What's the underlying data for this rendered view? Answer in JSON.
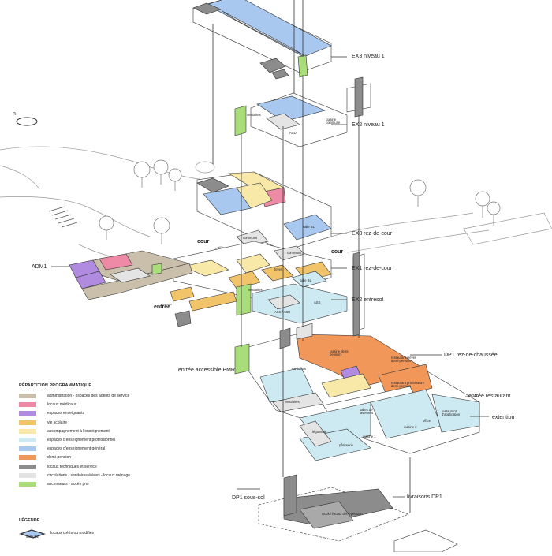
{
  "colors": {
    "administration": "#c9bfaa",
    "medical": "#ef8aa6",
    "teachers": "#b08be0",
    "school_life": "#f2c46a",
    "support": "#f8e9a9",
    "vocational": "#cde9f2",
    "general": "#a9c8ef",
    "half_board": "#f2975a",
    "technical": "#8c8c8c",
    "circulation": "#e4e4e4",
    "elevator": "#a9dd7a",
    "line": "#333333"
  },
  "levels": {
    "ex3_niveau1": "EX3 niveau 1",
    "ex2_niveau1": "EX2 niveau 1",
    "ex3_rez": "EX3 rez-de-cour",
    "ex1_rez": "EX1 rez-de-cour",
    "ex2_entresol": "EX2 entresol",
    "dp1_rez": "DP1 rez-de-chaussée",
    "dp1_sous_sol": "DP1 sous-sol"
  },
  "annotations": {
    "adm1": "ADM1",
    "cour_1": "cour",
    "cour_2": "cour",
    "entree": "entrée",
    "entree_pmr": "entrée accessible PMR",
    "entree_restaurant": "entrée restaurant",
    "extention": "extention",
    "livraisons": "livraisons DP1",
    "north": "n"
  },
  "rooms": {
    "vestiaires_top": "vestiaires",
    "cuisine_commune": "cuisine commune",
    "asd_top": "ASD",
    "salle_bl_1": "salle BL",
    "communs": "communs",
    "communs_2": "communs",
    "foyer": "foyer",
    "salle_bl_2": "salle BL",
    "vestiaires_mid": "vestiaires",
    "ass": "ASS",
    "ass_asd": "ASS / ASD",
    "cuisine_dp": "cuisine demi-pension",
    "restaurant_eleves": "restaurant élèves demi-pension",
    "restaurant_profs": "restaurant professeurs demi-pension",
    "sanitaires": "sanitaires",
    "vestiaires_dp": "vestiaires",
    "salles_lavement": "salles de lavement",
    "restaurant_application": "restaurant d'application",
    "office": "office",
    "cuisine1": "cuisine 1",
    "cuisine2": "cuisine 2",
    "legumerie": "légumerie",
    "patisserie": "pâtisserie",
    "stock_sous_sol": "stock / locaux demi-pension"
  },
  "legend": {
    "title": "RÉPARTITION PROGRAMMATIQUE",
    "items": [
      {
        "label": "administration - espaces des agents de service",
        "color": "#c9bfaa"
      },
      {
        "label": "locaux médicaux",
        "color": "#ef8aa6"
      },
      {
        "label": "espaces enseignants",
        "color": "#b08be0"
      },
      {
        "label": "vie scolaire",
        "color": "#f2c46a"
      },
      {
        "label": "accompagnement à l'enseignement",
        "color": "#f8e9a9"
      },
      {
        "label": "espaces d'enseignement professionnel",
        "color": "#cde9f2"
      },
      {
        "label": "espaces d'enseignement général",
        "color": "#a9c8ef"
      },
      {
        "label": "demi-pension",
        "color": "#f2975a"
      },
      {
        "label": "locaux techniques et service",
        "color": "#8c8c8c"
      },
      {
        "label": "circulations - sanitaires élèves - locaux ménage",
        "color": "#e4e4e4"
      },
      {
        "label": "ascenseurs - accès pmr",
        "color": "#a9dd7a"
      }
    ]
  },
  "legende": {
    "title": "LÉGENDE",
    "item_label": "locaux créés ou modifiés",
    "sample_room": "salle BL"
  }
}
